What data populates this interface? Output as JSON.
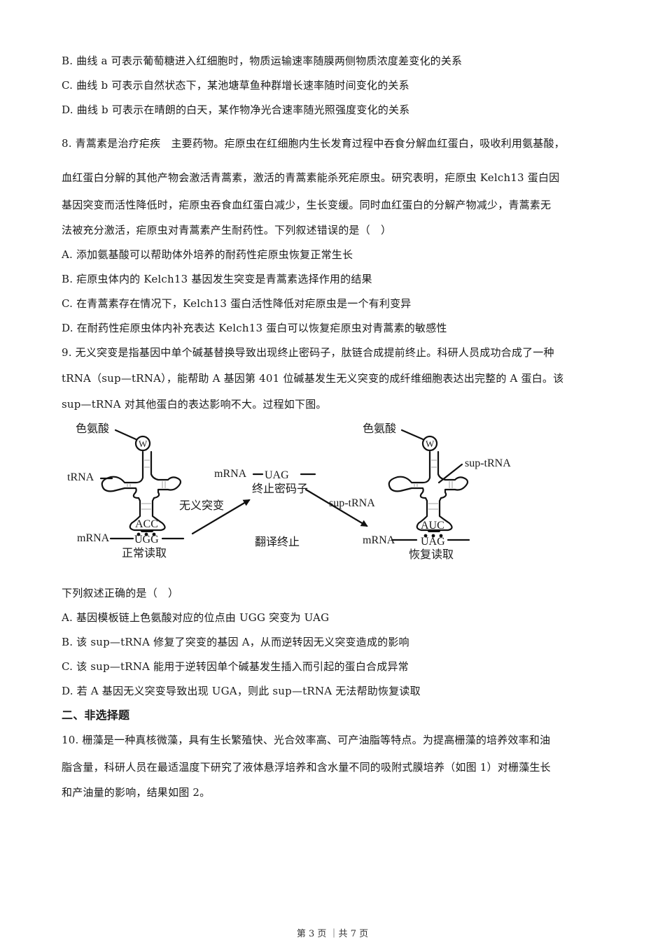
{
  "q7_options_tail": [
    "B. 曲线 a 可表示葡萄糖进入红细胞时，物质运输速率随膜两侧物质浓度差变化的关系",
    "C. 曲线 b 可表示自然状态下，某池塘草鱼种群增长速率随时间变化的关系",
    "D. 曲线 b 可表示在晴朗的白天，某作物净光合速率随光照强度变化的关系"
  ],
  "q8": {
    "stem_lines": [
      "8. 青蒿素是治疗疟疾　主要药物。疟原虫在红细胞内生长发育过程中吞食分解血红蛋白，吸收利用氨基酸，",
      "血红蛋白分解的其他产物会激活青蒿素，激活的青蒿素能杀死疟原虫。研究表明，疟原虫 Kelch13 蛋白因",
      "基因突变而活性降低时，疟原虫吞食血红蛋白减少，生长变缓。同时血红蛋白的分解产物减少，青蒿素无",
      "法被充分激活，疟原虫对青蒿素产生耐药性。下列叙述错误的是（　）"
    ],
    "options": [
      "A. 添加氨基酸可以帮助体外培养的耐药性疟原虫恢复正常生长",
      "B. 疟原虫体内的 Kelch13 基因发生突变是青蒿素选择作用的结果",
      "C. 在青蒿素存在情况下，Kelch13 蛋白活性降低对疟原虫是一个有利变异",
      "D. 在耐药性疟原虫体内补充表达 Kelch13 蛋白可以恢复疟原虫对青蒿素的敏感性"
    ]
  },
  "q9": {
    "stem_lines": [
      "9. 无义突变是指基因中单个碱基替换导致出现终止密码子，肽链合成提前终止。科研人员成功合成了一种",
      "tRNA（sup—tRNA），能帮助 A 基因第 401 位碱基发生无义突变的成纤维细胞表达出完整的 A 蛋白。该",
      "sup—tRNA 对其他蛋白的表达影响不大。过程如下图。"
    ],
    "diagram": {
      "left": {
        "amino_acid_label": "色氨酸",
        "amino_acid_symbol": "W",
        "trna_label": "tRNA",
        "anticodon": "ACC",
        "mrna_label": "mRNA",
        "codon": "UGG",
        "caption": "正常读取"
      },
      "middle": {
        "mutation_label": "无义突变",
        "mrna_label": "mRNA",
        "codon": "UAG",
        "stop_label": "终止密码子",
        "termination_label": "翻译终止",
        "sup_trna_label": "sup-tRNA"
      },
      "right": {
        "amino_acid_label": "色氨酸",
        "amino_acid_symbol": "W",
        "sup_trna_label": "sup-tRNA",
        "anticodon": "AUC",
        "mrna_label": "mRNA",
        "codon": "UAG",
        "caption": "恢复读取"
      }
    },
    "question": "下列叙述正确的是（　）",
    "options": [
      "A. 基因模板链上色氨酸对应的位点由 UGG 突变为 UAG",
      "B. 该 sup—tRNA 修复了突变的基因 A，从而逆转因无义突变造成的影响",
      "C. 该 sup—tRNA 能用于逆转因单个碱基发生插入而引起的蛋白合成异常",
      "D. 若 A 基因无义突变导致出现 UGA，则此 sup—tRNA 无法帮助恢复读取"
    ]
  },
  "section2": {
    "heading": "二、非选择题"
  },
  "q10": {
    "stem_lines": [
      "10. 栅藻是一种真核微藻，具有生长繁殖快、光合效率高、可产油脂等特点。为提高栅藻的培养效率和油",
      "脂含量，科研人员在最适温度下研究了液体悬浮培养和含水量不同的吸附式膜培养（如图 1）对栅藻生长",
      "和产油量的影响，结果如图 2。"
    ]
  },
  "footer": {
    "page_text": "第 3 页 ｜共 7 页"
  }
}
